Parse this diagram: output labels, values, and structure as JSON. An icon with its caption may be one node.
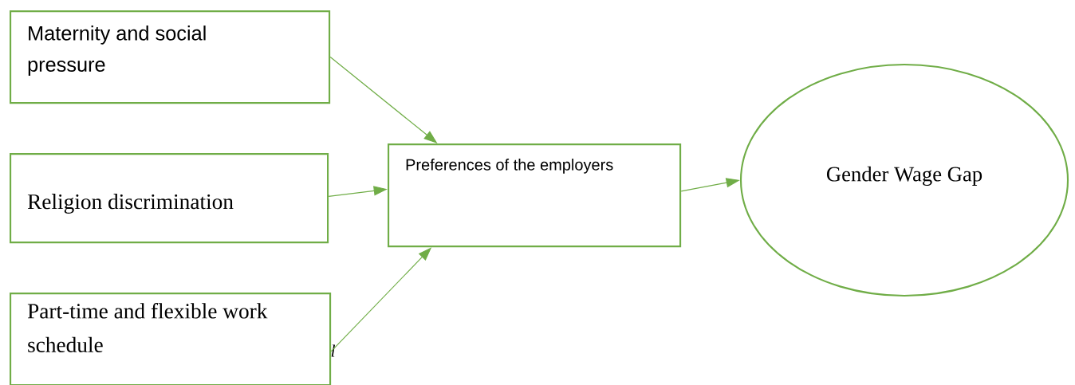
{
  "diagram": {
    "nodes": [
      {
        "text": [
          "Maternity and social pressure"
        ]
      },
      {
        "text": [
          "Religion discrimination"
        ]
      },
      {
        "text": [
          "Part-time and flexible work schedule"
        ]
      },
      {
        "text": [
          "Preferences of the employers"
        ]
      },
      {
        "text": [
          "Gender Wage Gap"
        ]
      }
    ],
    "edges": [
      {
        "from": 0,
        "to": 3,
        "arrow": "to"
      },
      {
        "from": 1,
        "to": 3,
        "arrow": "to"
      },
      {
        "from": 2,
        "to": 3,
        "arrow": "to"
      },
      {
        "from": 3,
        "to": 4,
        "arrow": "to"
      }
    ],
    "labels": [
      "l"
    ]
  }
}
